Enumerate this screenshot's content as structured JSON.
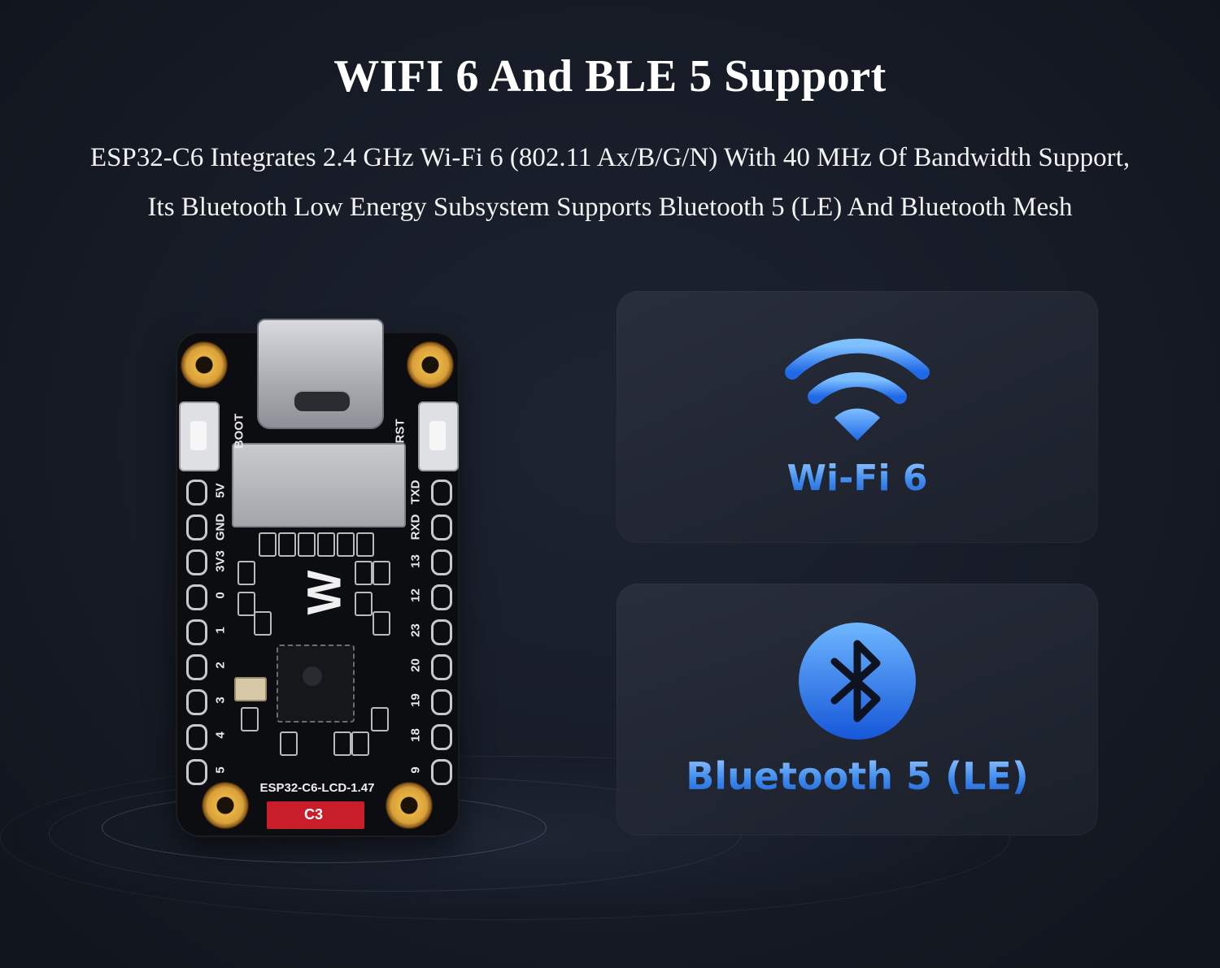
{
  "heading": "WIFI 6 And BLE 5 Support",
  "description": {
    "line1": "ESP32-C6 Integrates 2.4 GHz Wi-Fi 6 (802.11 Ax/B/G/N) With 40 MHz Of Bandwidth Support,",
    "line2": "Its Bluetooth Low Energy Subsystem Supports Bluetooth 5 (LE) And Bluetooth Mesh"
  },
  "board": {
    "model_silkscreen": "ESP32-C6-LCD-1.47",
    "badge": "C3",
    "button_left_label": "BOOT",
    "button_right_label": "RST",
    "left_pins": [
      "5V",
      "GND",
      "3V3",
      "0",
      "1",
      "2",
      "3",
      "4",
      "5"
    ],
    "right_pins": [
      "TXD",
      "RXD",
      "13",
      "12",
      "23",
      "20",
      "19",
      "18",
      "9"
    ],
    "logo": "W"
  },
  "features": [
    {
      "label": "Wi-Fi 6",
      "icon": "wifi-icon",
      "accent": "#3f8cf0"
    },
    {
      "label": "Bluetooth 5 (LE)",
      "icon": "bluetooth-icon",
      "accent": "#2f7ef0"
    }
  ]
}
